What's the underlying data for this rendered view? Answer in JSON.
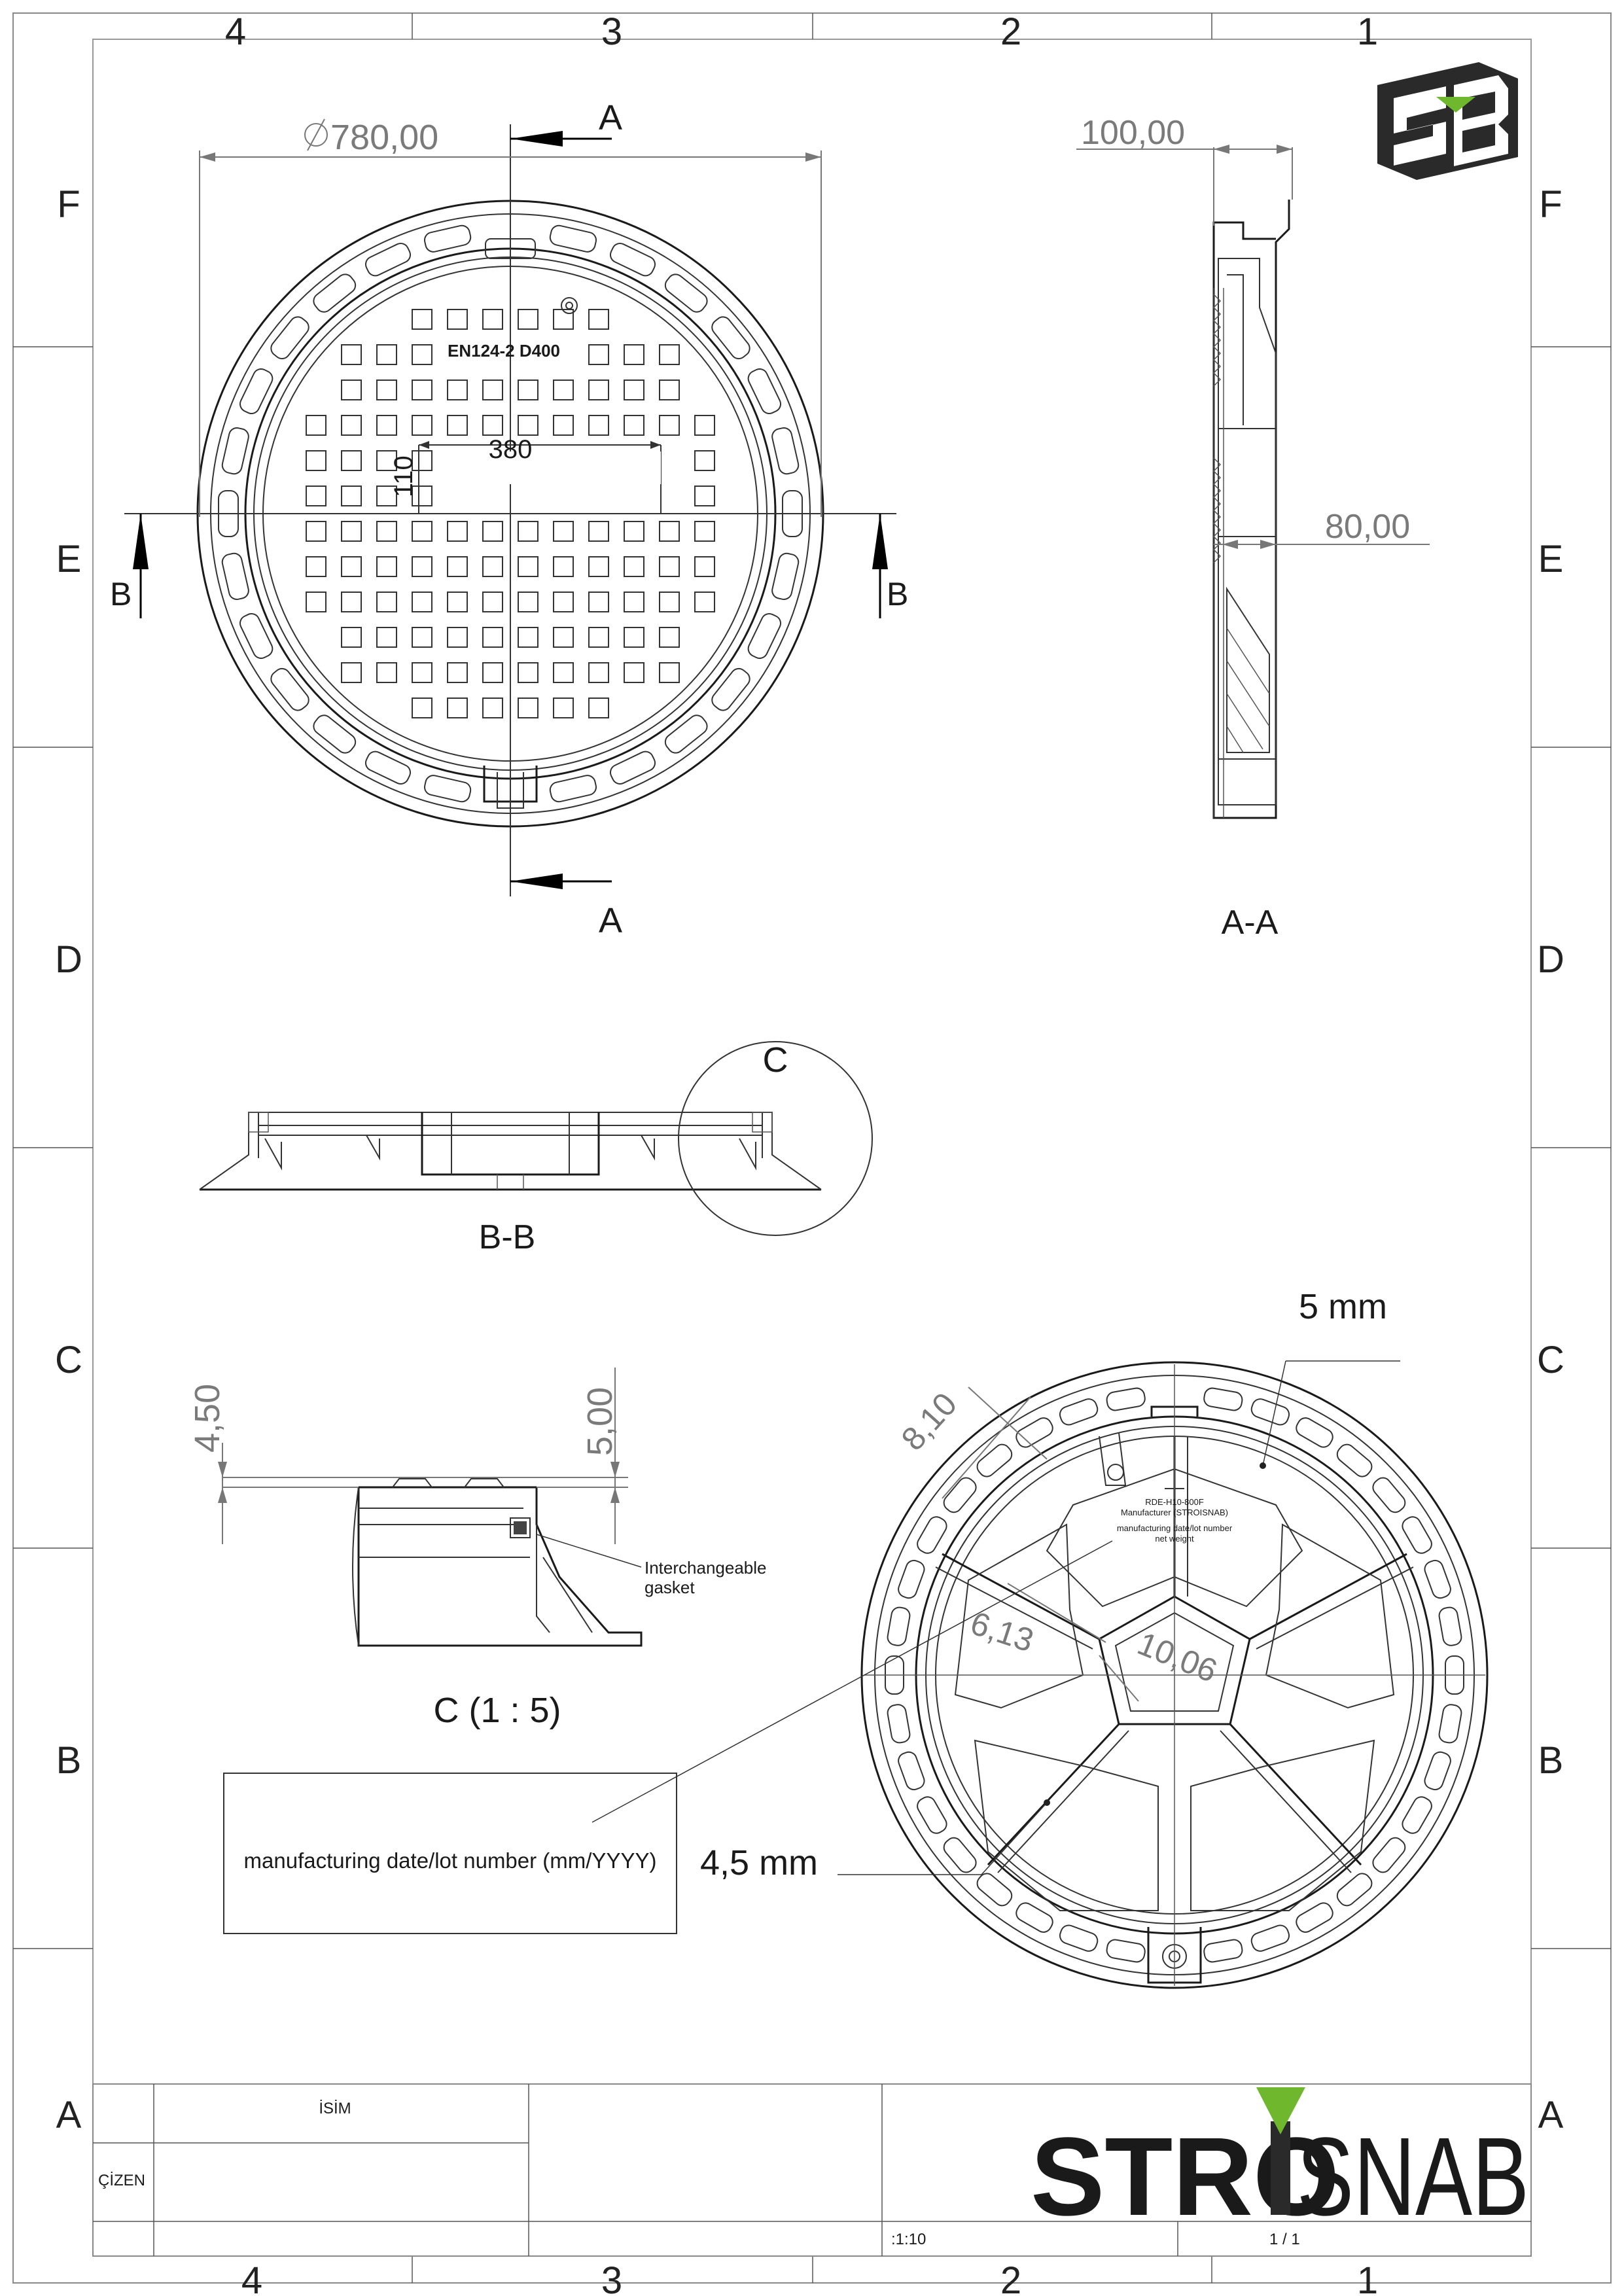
{
  "border": {
    "columns": [
      "4",
      "3",
      "2",
      "1"
    ],
    "rows": [
      "F",
      "E",
      "D",
      "C",
      "B",
      "A"
    ]
  },
  "top_view": {
    "diameter_label": "780,00",
    "section_a_label": "A",
    "section_b_label": "B",
    "marking_text": "EN124-2 D400",
    "dim_width": "380",
    "dim_height": "110"
  },
  "section_aa": {
    "title": "A-A",
    "dim_top": "100,00",
    "dim_mid": "80,00"
  },
  "section_bb": {
    "title": "B-B",
    "detail_label": "C"
  },
  "detail_c": {
    "title": "C (1 : 5)",
    "dim_left": "4,50",
    "dim_right": "5,00",
    "gasket_line1": "Interchangeable",
    "gasket_line2": "gasket"
  },
  "bottom_view": {
    "dim_rib": "8,10",
    "dim_inner1": "6,13",
    "dim_inner2": "10,06",
    "note_5mm": "5 mm",
    "note_45mm": "4,5 mm",
    "plate_line1": "RDE-H10-800F",
    "plate_line2": "Manufacturer (STROISNAB)",
    "plate_line3": "manufacturing date/lot number",
    "plate_line4": "net weight"
  },
  "label_box": {
    "text": "manufacturing date/lot number (mm/YYYY)"
  },
  "title_block": {
    "isim_label": "İSİM",
    "cizen_label": "ÇİZEN",
    "scale": ":1:10",
    "sheet": "1 / 1",
    "brand_left": "STRO",
    "brand_right": "SNAB"
  },
  "colors": {
    "line": "#1a1a1a",
    "dimension": "#7a7a7a",
    "brand_green": "#6fb82d"
  }
}
